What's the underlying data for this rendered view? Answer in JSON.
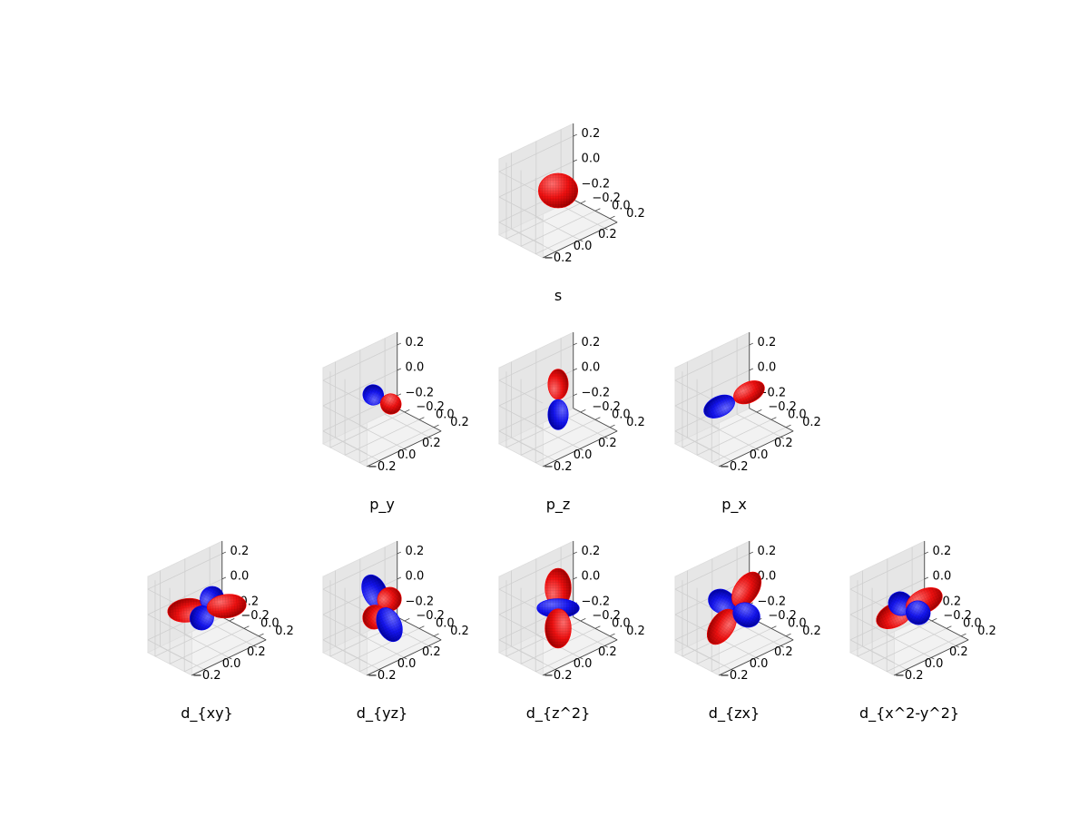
{
  "chart_data": {
    "type": "3d-surface",
    "grid": true,
    "colors": {
      "positive": "#ff0000",
      "negative": "#0000ff"
    },
    "axes_ticks": {
      "x": [
        "−0.2",
        "0.0",
        "0.2"
      ],
      "y": [
        "0.2",
        "0.0",
        "−0.2"
      ],
      "z": [
        "0.2",
        "0.0",
        "−0.2"
      ]
    },
    "xlim": [
      -0.3,
      0.3
    ],
    "ylim": [
      -0.3,
      0.3
    ],
    "zlim": [
      -0.3,
      0.3
    ],
    "subplots": [
      {
        "label": "s",
        "lobes": [
          {
            "sign": "positive",
            "center": [
              0,
              0,
              0
            ],
            "extent": 0.14
          }
        ]
      },
      {
        "label": "p_y",
        "lobes": [
          {
            "sign": "positive",
            "center": [
              0,
              0.12,
              0
            ],
            "extent": 0.24
          },
          {
            "sign": "negative",
            "center": [
              0,
              -0.12,
              0
            ],
            "extent": 0.24
          }
        ]
      },
      {
        "label": "p_z",
        "lobes": [
          {
            "sign": "positive",
            "center": [
              0,
              0,
              0.12
            ],
            "extent": 0.24
          },
          {
            "sign": "negative",
            "center": [
              0,
              0,
              -0.12
            ],
            "extent": 0.24
          }
        ]
      },
      {
        "label": "p_x",
        "lobes": [
          {
            "sign": "positive",
            "center": [
              0.12,
              0,
              0
            ],
            "extent": 0.24
          },
          {
            "sign": "negative",
            "center": [
              -0.12,
              0,
              0
            ],
            "extent": 0.24
          }
        ]
      },
      {
        "label": "d_{xy}",
        "lobes": [
          {
            "sign": "positive",
            "center": [
              0.1,
              0.1,
              0
            ],
            "extent": 0.28
          },
          {
            "sign": "positive",
            "center": [
              -0.1,
              -0.1,
              0
            ],
            "extent": 0.28
          },
          {
            "sign": "negative",
            "center": [
              0.1,
              -0.1,
              0
            ],
            "extent": 0.28
          },
          {
            "sign": "negative",
            "center": [
              -0.1,
              0.1,
              0
            ],
            "extent": 0.28
          }
        ]
      },
      {
        "label": "d_{yz}",
        "lobes": [
          {
            "sign": "positive",
            "center": [
              0,
              0.1,
              0.1
            ],
            "extent": 0.28
          },
          {
            "sign": "positive",
            "center": [
              0,
              -0.1,
              -0.1
            ],
            "extent": 0.28
          },
          {
            "sign": "negative",
            "center": [
              0,
              0.1,
              -0.1
            ],
            "extent": 0.28
          },
          {
            "sign": "negative",
            "center": [
              0,
              -0.1,
              0.1
            ],
            "extent": 0.28
          }
        ]
      },
      {
        "label": "d_{z^2}",
        "lobes": [
          {
            "sign": "positive",
            "center": [
              0,
              0,
              0.16
            ],
            "extent": 0.31
          },
          {
            "sign": "positive",
            "center": [
              0,
              0,
              -0.16
            ],
            "extent": 0.31
          },
          {
            "sign": "negative",
            "center": [
              0,
              0,
              0
            ],
            "extent": 0.15
          }
        ]
      },
      {
        "label": "d_{zx}",
        "lobes": [
          {
            "sign": "positive",
            "center": [
              0.1,
              0,
              0.1
            ],
            "extent": 0.28
          },
          {
            "sign": "positive",
            "center": [
              -0.1,
              0,
              -0.1
            ],
            "extent": 0.28
          },
          {
            "sign": "negative",
            "center": [
              -0.1,
              0,
              0.1
            ],
            "extent": 0.28
          },
          {
            "sign": "negative",
            "center": [
              0.1,
              0,
              -0.1
            ],
            "extent": 0.28
          }
        ]
      },
      {
        "label": "d_{x^2-y^2}",
        "lobes": [
          {
            "sign": "positive",
            "center": [
              0.12,
              0,
              0
            ],
            "extent": 0.28
          },
          {
            "sign": "positive",
            "center": [
              -0.12,
              0,
              0
            ],
            "extent": 0.28
          },
          {
            "sign": "negative",
            "center": [
              0,
              0.12,
              0
            ],
            "extent": 0.28
          },
          {
            "sign": "negative",
            "center": [
              0,
              -0.12,
              0
            ],
            "extent": 0.28
          }
        ]
      }
    ]
  }
}
